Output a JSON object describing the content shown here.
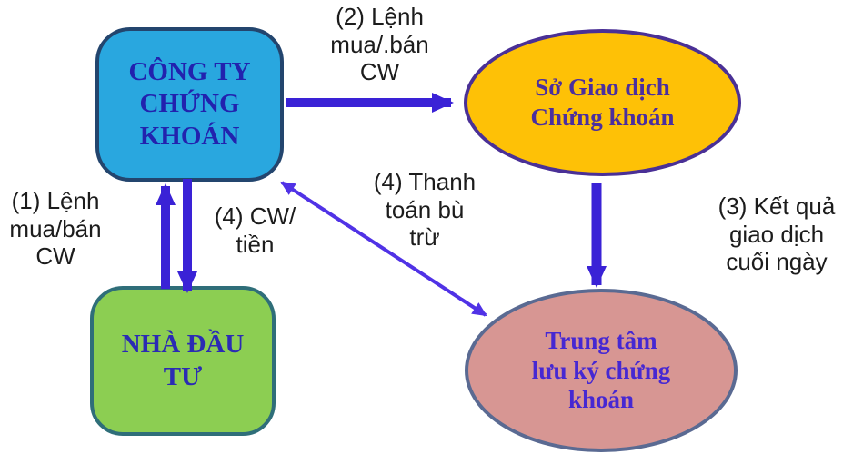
{
  "diagram": {
    "nodes": {
      "securities_company": {
        "label": "CÔNG TY\nCHỨNG\nKHOÁN",
        "shape": "rounded-rect",
        "fill": "#29a7df",
        "border": "#23456e",
        "text_color": "#2222ae"
      },
      "stock_exchange": {
        "label": "Sở Giao dịch\nChứng khoán",
        "shape": "ellipse",
        "fill": "#fec106",
        "border": "#4a3096",
        "text_color": "#4b2f9e"
      },
      "investor": {
        "label": "NHÀ ĐẦU\nTƯ",
        "shape": "rounded-rect",
        "fill": "#8cce52",
        "border": "#2f6e79",
        "text_color": "#2b2bb4"
      },
      "depository_center": {
        "label": "Trung tâm\nlưu ký chứng\nkhoán",
        "shape": "ellipse",
        "fill": "#d79693",
        "border": "#5a6a92",
        "text_color": "#4628d2"
      }
    },
    "edge_labels": {
      "step1": "(1) Lệnh\nmua/bán\nCW",
      "step2": "(2) Lệnh\nmua/.bán\nCW",
      "step3": "(3) Kết quả\ngiao dịch\ncuối ngày",
      "step4_clearing": "(4) Thanh\ntoán bù\ntrừ",
      "step4_cw_money": "(4) CW/\ntiền"
    },
    "edges": [
      {
        "from": "investor",
        "to": "securities_company",
        "label_key": "step1",
        "style": "thick",
        "direction": "one-way"
      },
      {
        "from": "securities_company",
        "to": "stock_exchange",
        "label_key": "step2",
        "style": "thick",
        "direction": "one-way"
      },
      {
        "from": "stock_exchange",
        "to": "depository_center",
        "label_key": "step3",
        "style": "thick",
        "direction": "one-way"
      },
      {
        "from": "depository_center",
        "to": "securities_company",
        "label_key": "step4_clearing",
        "style": "thin",
        "direction": "two-way"
      },
      {
        "from": "securities_company",
        "to": "investor",
        "label_key": "step4_cw_money",
        "style": "thick",
        "direction": "one-way"
      }
    ],
    "colors": {
      "background": "#ffffff",
      "label_text": "#1c1c1c",
      "arrow_thick": "#3a22d6",
      "arrow_thin": "#5032e6"
    }
  }
}
